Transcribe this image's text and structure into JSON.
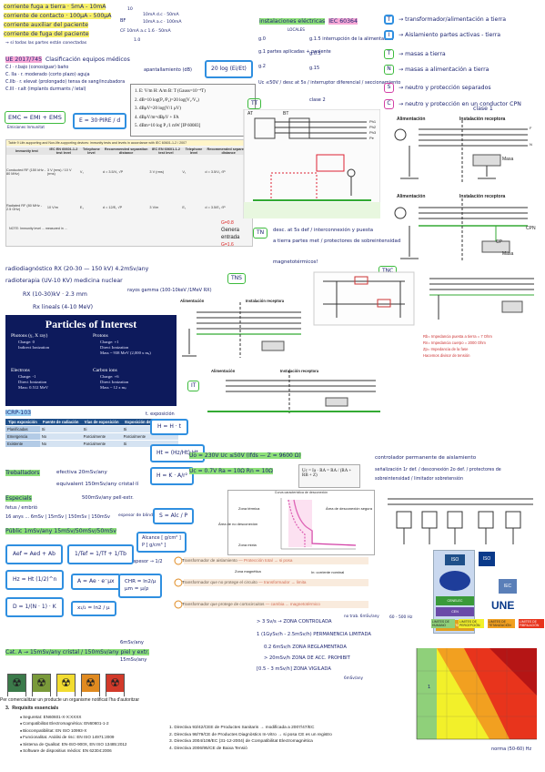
{
  "left_top": {
    "l1": "corriente fuga a tierra · 5mA - 10mA",
    "l2": "corriente de contacto · 100μA - 500μA",
    "l3": "corriente auxiliar del paciente",
    "l4": "corriente de fuga del paciente",
    "l5": "→ sí todas las partes están conectadas",
    "bf_label": "BF",
    "bf1": "10mA d.c · 50mA",
    "bf2": "10mA a.c · 100mA",
    "cf_label": "CF",
    "cf1": "10mA a.c 1.6 · 50mA",
    "bf_suffix": "10",
    "cf_suffix": "1.0",
    "ue_title": "UE 2017/745",
    "ue_sub": "Clasificación equipos médicos",
    "c1": "C.I · r.bajo (conosiguar) baño",
    "c2": "C. IIa · r. moderado (corto plazo) aguja",
    "c3": "C.IIb · r. elevat (prolongado) tensa de sang/incubadora",
    "c4": "C.III · r.alt (implants durmants / letal)",
    "emc": "EMC = EMI + EMS",
    "emc_sub": "Emisiones  Inmunitat",
    "e_formula": "E = 30·PIRE / d",
    "opam": "apantallamiento (dB)",
    "opam_f": "20 log (Ei/Et)"
  },
  "formulas": {
    "f1": "1. E: V/m   H: A/m   B: T (Gauss=10⁻⁴T)",
    "f2": "2. dB=10 log(P₁/P₂)=20 log(V₁/V₂)",
    "f3": "3. dBμV=20 log(V/1 μV)",
    "f4": "4. dBμV/m=dBμV + FA",
    "f5": "5. dBm=10 log P₁/1 mW [IP 60083]"
  },
  "table9": {
    "caption": "Table 9 Life-supporting and Non-life-supporting devices: immunity tests and levels in accordance with IEC 60601-1-2 / 2007",
    "cols": [
      "Immunity test",
      "IEC EN 60601-1-2 test level",
      "Telephone level",
      "Recommended separation distance",
      "IEC EN 60601-1-2 test level",
      "Telephone level",
      "Recommended separation distance"
    ],
    "rows": [
      [
        "Conducted RF (150 kHz - 80 MHz)",
        "3 V (rms) / 10 V (rms)",
        "V₁",
        "d = 3.5/V₁ √P",
        "3 V (rms)",
        "V₁",
        "d = 3.5/V₁ √P"
      ],
      [
        "Radiated RF (80 MHz - 2.5 GHz)",
        "10 V/m",
        "E₁",
        "d = 12/E₁ √P",
        "3 V/m",
        "E₁",
        "d = 3.5/E₁ √P"
      ]
    ],
    "footnote": "NOTE: Immunity level ... measured in ..."
  },
  "inst": {
    "title": "instalaciones eléctricas",
    "ieg": "IEC 60364",
    "local": "LOCALES",
    "g0": "g.0",
    "g1": "g.1  partes aplicadas + paciente",
    "g2": "g.2",
    "g15": "g.1.5  interrupción de la alimentación",
    "g05": "g.0.5",
    "g15b": "g.15",
    "uc": "Uc ≤50V / desc at 5s / interruptor diferencial / seccionamiento",
    "clase2": "clase 2",
    "tt": "TT",
    "tn_text1": "desc. at 5s def / interconnexión y puesta",
    "tn_text2": "a tierra partes met / protectores de sobreintensidad",
    "tn_text3": "magnetotérmicos!",
    "tn": "TN",
    "g08": "G=0.8",
    "genera": "Genera",
    "entrada": "entrada",
    "g16": "G=1.6"
  },
  "tnin": {
    "t": "T",
    "t_text": "→ transformador/alimentación a tierra",
    "i": "I",
    "i_text": "→ Aislamiento partes activas - tierra",
    "t2": "T",
    "t2_text": "→ masas a tierra",
    "n": "N",
    "n_text": "→ masas a alimentación a tierra",
    "s": "S",
    "s_text": "→ neutro y protección separados",
    "c": "C",
    "c_text": "→ neutro y protección en un conductor CPN",
    "clase1": "clase 1"
  },
  "diagrams": {
    "alimentacion": "Alimentación",
    "inst_receptora": "Instalación receptora",
    "masa": "Masa",
    "cp": "CP",
    "cpn": "CPN",
    "f": "F",
    "n": "N",
    "phases": [
      "Ph1",
      "Ph2",
      "Ph3",
      "Pe"
    ],
    "at": "AT",
    "bt": "BT",
    "tns": "TNS",
    "tnc": "TNC",
    "it": "IT",
    "rb": "Rb= Impedancia puesta a tierra = 7 Ohm",
    "rn": "Rn= Impedancia cuerpo = 2000 Ohm",
    "zpa": "Zp= Impedancia de la fase",
    "hacemos": "Hacemos divisor de tensión"
  },
  "rad": {
    "r1": "radiodiagnóstico   RX (20-30 — 150 kV)   4.2mSv/any",
    "r2": "radioterapia   (UV-10 KV)   medicina nuclear",
    "r3": "rayos gamma (100-10keV /1MeV RX)",
    "r4": "RX (10-30)kV · 2.3 mm",
    "r5": "Rx lineals (4-10 MeV)"
  },
  "particles": {
    "title": "Particles of Interest",
    "photons": "Photons (γ, X ray)",
    "ph_c": "Charge: 0",
    "ph_i": "Indirect Ionization",
    "electrons": "Electrons",
    "e_c": "Charge: -1",
    "e_i": "Direct Ionization",
    "e_m": "Mass: 0.512 MeV",
    "protons": "Protons",
    "p_c": "Charge: +1",
    "p_i": "Direct Ionization",
    "p_m": "Mass ~ 938 MeV (2,000 x mₑ)",
    "carbon": "Carbon ions",
    "c_c": "Charge: +6",
    "c_i": "Direct Ionization",
    "c_m": "Mass ~ 12 x mₚ"
  },
  "icrp": {
    "title": "ICRP-103",
    "headers": [
      "Tipo exposición",
      "Fuente de radiación",
      "Vías de exposición",
      "Exposición de las personas"
    ],
    "rows": [
      [
        "Planificadas",
        "Si",
        "Si",
        "Si"
      ],
      [
        "Emergencia",
        "No",
        "Parcialmente",
        "Parcialmente"
      ],
      [
        "Existente",
        "No",
        "Parcialmente",
        "Si"
      ]
    ]
  },
  "expos": {
    "t": "t. exposición",
    "h1": "H = H · t",
    "h2": "Ht = (Hz/Ht)·Ht",
    "h3": "H = K · A/r²",
    "h4": "D = 1/(N · 1) · K",
    "uo": "Uo = 230V   Uc ≤50V   (Ifds — Z = 9600 Ω)",
    "uc": "Uc = 0.7V   Ra = 10Ω   Rn = 10Ω",
    "ucf": "Uc = Ia · RA = RA / (RA + RB + Z)",
    "ctrl1": "controlador permanente de aislamiento",
    "ctrl2": "señalización 1r def. / desconexión 2o def. / protectores de",
    "ctrl3": "sobreintensidad / limitador sobretensión"
  },
  "work": {
    "trab": "Treballadors",
    "ef": "efectiva 20mSv/any",
    "eq": "equivalent 150mSv/any  cristal·lí",
    "esp": "Especials",
    "esp2": "fetus / embrió",
    "esp3": "16 anys ... 6mSv | 15mSv | 150mSv | 150mSv",
    "pub": "Públic  1mSv/any  15mSv/50mSv/50mSv",
    "pell": "500mSv/any pell·extr.",
    "espes": "espesor de blindaje",
    "alcance": "Alcance [ g/cm² ]",
    "p": "P [ g/cm³ ]",
    "semi": "CHR · espesor → 1/2",
    "a": "A = Ae · e⁻μx",
    "chr": "CHR = ln2/μ",
    "mu": "μm = μ/ρ",
    "hz": "Hz = Ht (1/2)^n",
    "ae": "Aef = Aed + Ab",
    "tef": "1/Tef = 1/Tf + 1/Tb"
  },
  "transform": {
    "t1": "Transformador de aislamiento",
    "t1r": "— Protección total → si posa",
    "t2": "Transformador que no protege el circuito",
    "t2r": "— transformador → limita",
    "t3": "Transformador que protege de cortocircuitos",
    "t3r": "— cambia ... magnetotérmico"
  },
  "chart1": {
    "title": "Curva característica de desconexión",
    "zona_t": "Zona térmica",
    "area_no": "Área de no desconexión",
    "zona_m": "Zona mixta",
    "zona_mag": "Zona magnética",
    "area_seg": "Área de desconexión segura",
    "in_label": "In: corriente nominal"
  },
  "dose": {
    "d1": "> 3 Sv/s → ZONA CONTROLADA",
    "d1b": "no trab. 6mSv/any",
    "d2": "1 (1GySv/h - 2.5mSv/h) PERMANENCIA LIMITADA",
    "d3": "0.2 6mSv/h  ZONA REGLAMENTADA",
    "d4": "> 20mSv/h  ZONA DE ACC. PROHIBIT",
    "d5": "[0.5 - 3 mSv/h]  ZONA VIGILADA",
    "d5b": "6mSv/any",
    "cat": "Cat. A → 15mSv/any cristal / 150mSv/any   piel y extr.",
    "d6": "6mSv/any",
    "d7": "15mSv/any",
    "norma": "norma (50-60) Hz",
    "g_low": "60 - 500 Hz",
    "hl1": "LIMITES DE HUMANO",
    "hl2": "LIMITES DE PERCEPCIÓN",
    "hl3": "LIMITES DE TETANIZACIÓN",
    "hl4": "LIMITES DE FIBRILACIÓN",
    "one": "1"
  },
  "cert": {
    "intro": "Per comercialitzar un producte un organisme notificat l'ha d'autoritzar",
    "num": "3.",
    "title": "Requisits essencials",
    "items": [
      "Seguretat: EN60601-X-X:XXXX",
      "Compatibilitat Electromagnètica: EN60601-1-2",
      "Biocompatibilitat: EN ISO 10993-X",
      "Funcionalitat. Anàlisi de risc: EN ISO 14971:2009",
      "Sistema de Qualitat: EN-ISO-900X, EN ISO 13485:2012",
      "Software de dispositius mèdics: EN 62304:2006"
    ],
    "dirs": [
      "1.  Directiva 93/42/CEE de Productes Sanitaris → modificada a 2007/47/EC",
      "2.  Directiva 98/79/CE de Productes Diagnòstics In-Vitro → si posa CE es un registro",
      "3.  Directiva 2004/108/EC (31-12-2004) de Compatibilitat Electromagnètica",
      "4.  Directiva 2006/95/CE de Baixa Tensió"
    ]
  },
  "logos": {
    "iso": "ISO",
    "iec": "IEC",
    "une": "UNE",
    "cenelec": "CENELEC",
    "cen": "CEN",
    "etsi": "ETSI"
  },
  "colors": {
    "ink": "#1c2470",
    "blue": "#2f8fe0",
    "green": "#3dbb3d",
    "pink": "#d23fa5",
    "yellow": "#f7f06a"
  }
}
